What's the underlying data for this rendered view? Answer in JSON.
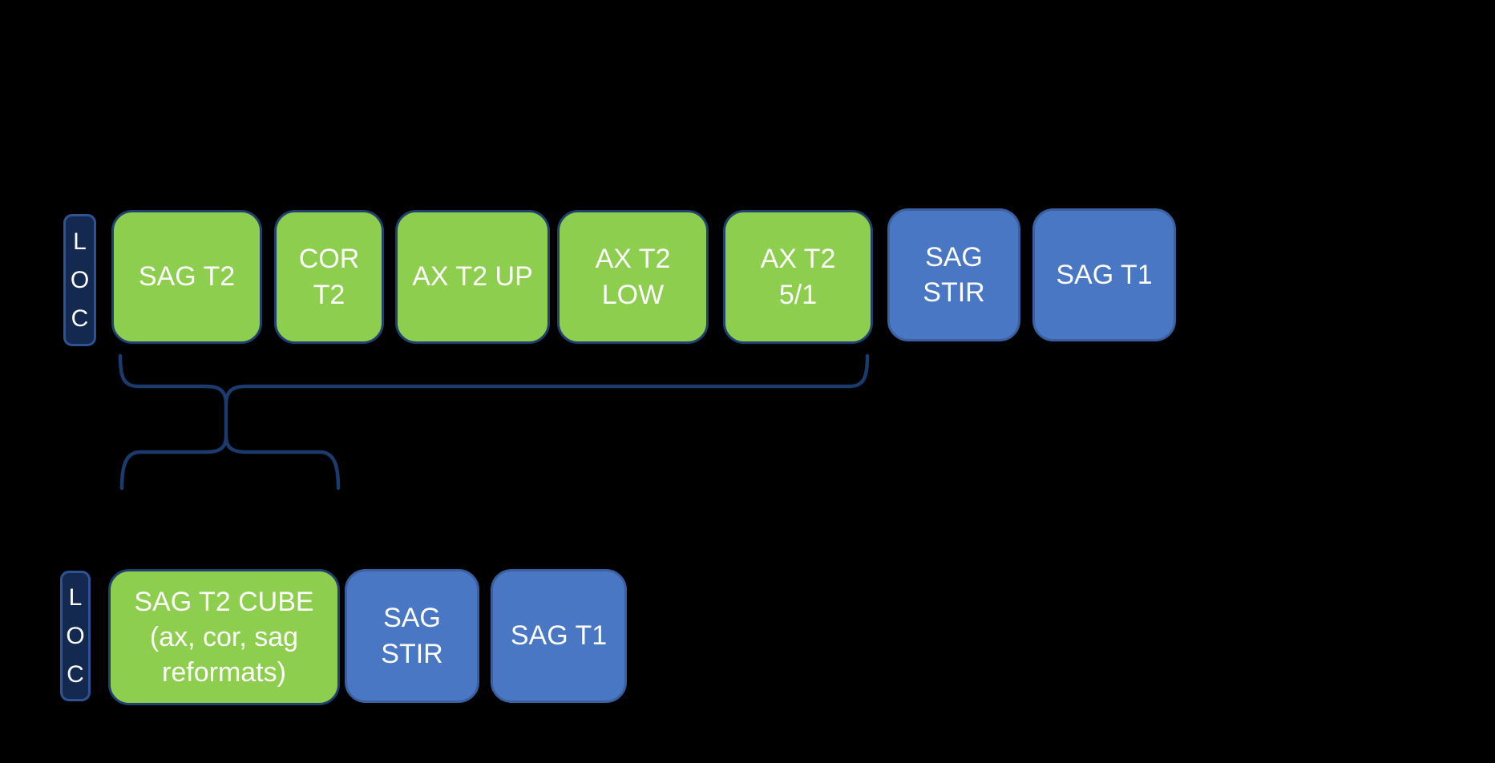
{
  "colors": {
    "background": "#000000",
    "green_fill": "#8DCE4F",
    "green_border": "#20406F",
    "blue_fill": "#4A77C4",
    "blue_border": "#3A60A0",
    "loc_fill": "#132950",
    "loc_border": "#2E5395",
    "brace": "#1B3A6E",
    "text": "#FFFFFF"
  },
  "rows": [
    {
      "loc": "LOC",
      "boxes": [
        {
          "text": "SAG T2",
          "type": "green"
        },
        {
          "text": "COR\nT2",
          "type": "green"
        },
        {
          "text": "AX T2 UP",
          "type": "green"
        },
        {
          "text": "AX T2\nLOW",
          "type": "green"
        },
        {
          "text": "AX T2\n5/1",
          "type": "green"
        },
        {
          "text": "SAG\nSTIR",
          "type": "blue"
        },
        {
          "text": "SAG T1",
          "type": "blue"
        }
      ]
    },
    {
      "loc": "LOC",
      "boxes": [
        {
          "text": "SAG T2 CUBE\n(ax, cor, sag\nreformats)",
          "type": "green"
        },
        {
          "text": "SAG\nSTIR",
          "type": "blue"
        },
        {
          "text": "SAG T1",
          "type": "blue"
        }
      ]
    }
  ]
}
